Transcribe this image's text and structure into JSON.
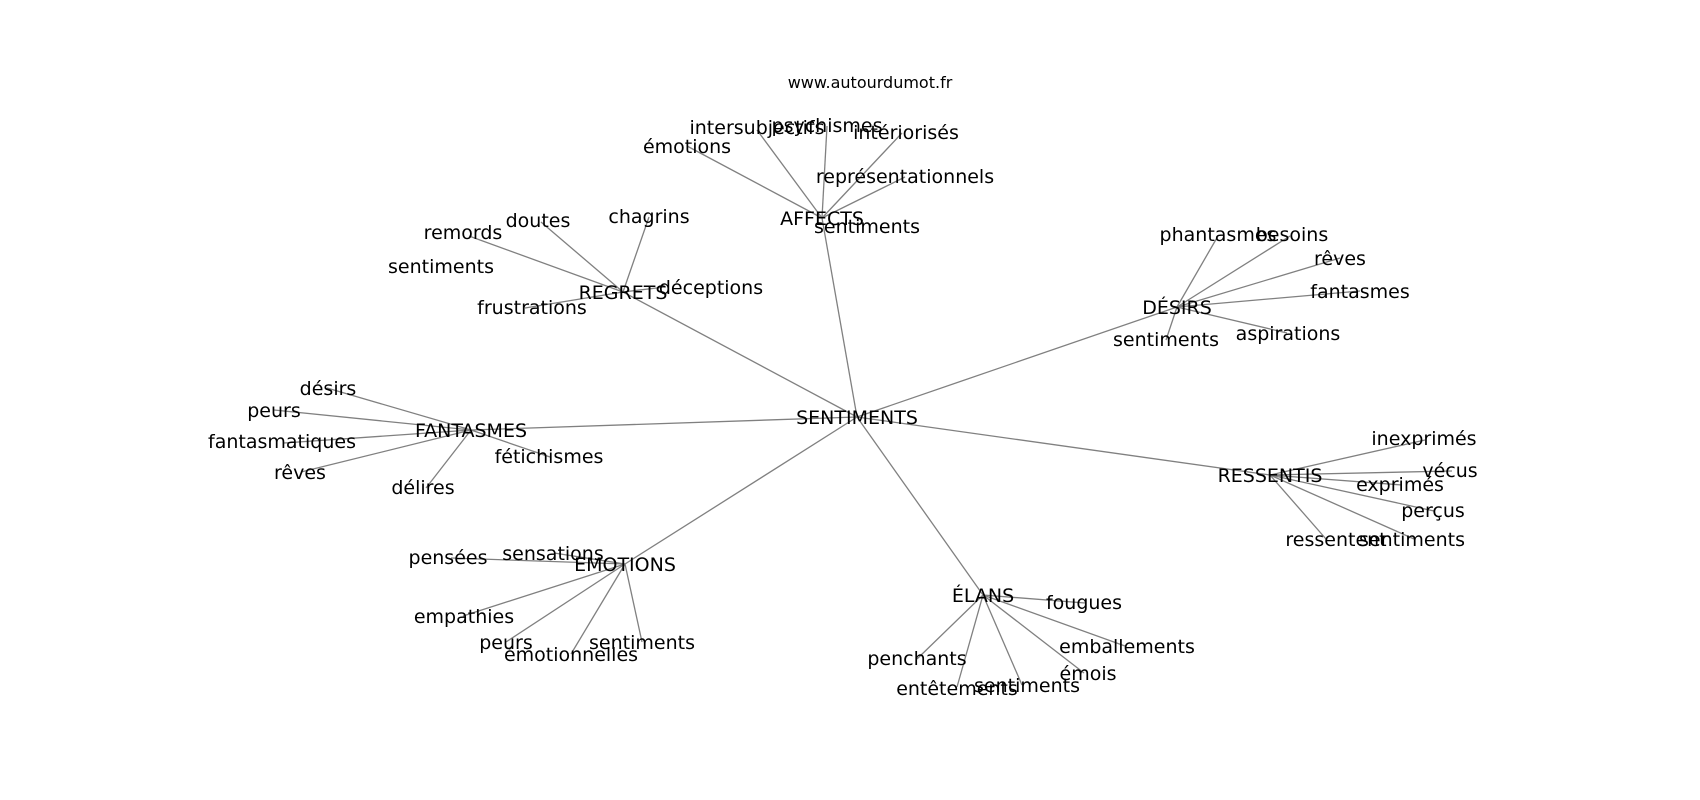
{
  "source": "www.autourdumot.fr",
  "colors": {
    "edge": "#808080",
    "text": "#000000",
    "background": "#ffffff"
  },
  "center": "SENTIMENTS",
  "clusters": [
    {
      "id": "affects",
      "label": "AFFECTS",
      "leaves": [
        "émotions",
        "intersubjectifs",
        "psychismes",
        "intériorisés",
        "représentationnels",
        "sentiments"
      ]
    },
    {
      "id": "regrets",
      "label": "REGRETS",
      "leaves": [
        "remords",
        "doutes",
        "chagrins",
        "sentiments",
        "déceptions",
        "frustrations"
      ]
    },
    {
      "id": "desirs",
      "label": "DÉSIRS",
      "leaves": [
        "phantasmes",
        "besoins",
        "rêves",
        "fantasmes",
        "aspirations",
        "sentiments"
      ]
    },
    {
      "id": "fantasmes",
      "label": "FANTASMES",
      "leaves": [
        "désirs",
        "peurs",
        "fantasmatiques",
        "rêves",
        "délires",
        "fétichismes"
      ]
    },
    {
      "id": "ressentis",
      "label": "RESSENTIS",
      "leaves": [
        "inexprimés",
        "vécus",
        "exprimés",
        "perçus",
        "sentiments",
        "ressentent"
      ]
    },
    {
      "id": "emotions",
      "label": "EMOTIONS",
      "leaves": [
        "pensées",
        "sensations",
        "empathies",
        "peurs",
        "émotionnelles",
        "sentiments"
      ]
    },
    {
      "id": "elans",
      "label": "ÉLANS",
      "leaves": [
        "fougues",
        "emballements",
        "émois",
        "sentiments",
        "entêtements",
        "penchants"
      ]
    }
  ]
}
